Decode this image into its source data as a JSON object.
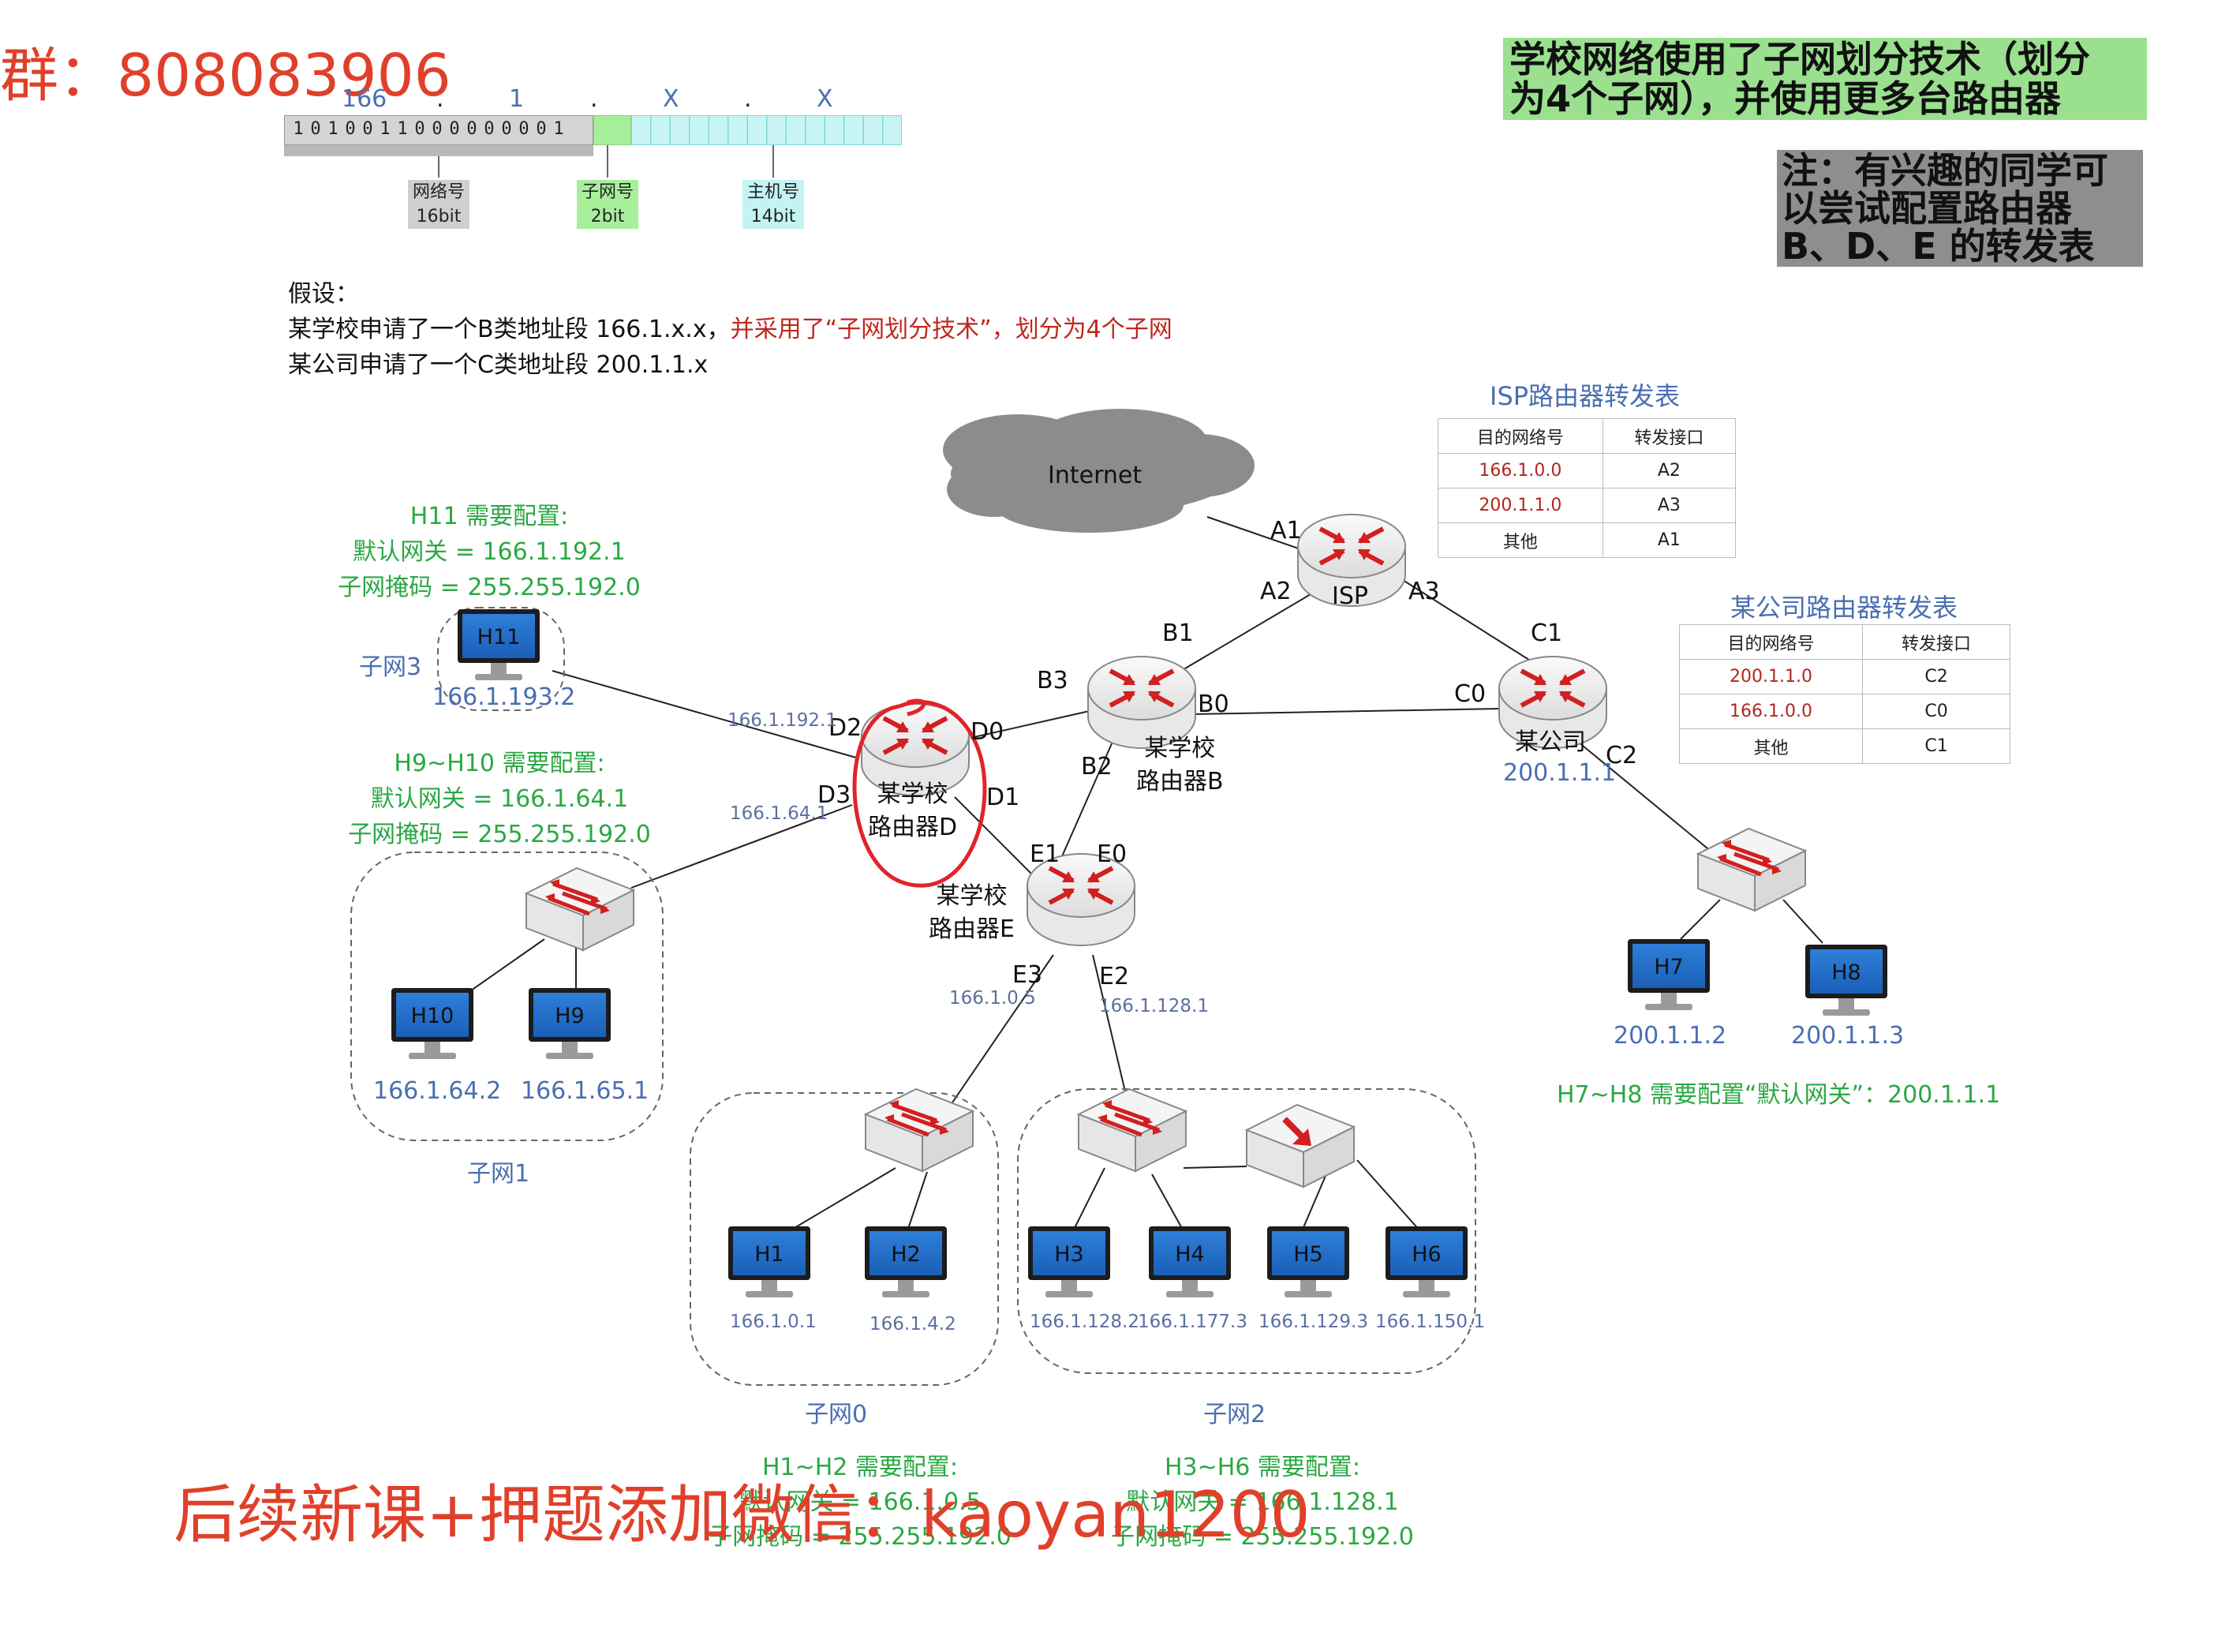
{
  "overlay": {
    "qq_group": "群：808083906",
    "promo": "后续新课+押题添加微信：kaoyan1200"
  },
  "title_box": {
    "text_line1": "学校网络使用了子网划分技术（划分",
    "text_line2": "为4个子网），并使用更多台路由器"
  },
  "note_box": {
    "line1": "注：有兴趣的同学可",
    "line2": "以尝试配置路由器",
    "line3": "B、D、E 的转发表"
  },
  "address_bar": {
    "octets": [
      "166",
      ".",
      "1",
      ".",
      "X",
      ".",
      "X"
    ],
    "bits": [
      "1",
      "0",
      "1",
      "0",
      "0",
      "1",
      "1",
      "0",
      "0",
      "0",
      "0",
      "0",
      "0",
      "0",
      "0",
      "1"
    ],
    "net_label": "网络号",
    "net_bits": "16bit",
    "subnet_label": "子网号",
    "subnet_bits": "2bit",
    "host_label": "主机号",
    "host_bits": "14bit"
  },
  "assumption": {
    "head": "假设：",
    "line1_black": "某学校申请了一个B类地址段 166.1.x.x，",
    "line1_red": "并采用了“子网划分技术”，划分为4个子网",
    "line2": "某公司申请了一个C类地址段 200.1.1.x"
  },
  "internet_label": "Internet",
  "isp_table": {
    "title": "ISP路由器转发表",
    "headers": [
      "目的网络号",
      "转发接口"
    ],
    "rows": [
      [
        "166.1.0.0",
        "A2"
      ],
      [
        "200.1.1.0",
        "A3"
      ],
      [
        "其他",
        "A1"
      ]
    ]
  },
  "company_table": {
    "title": "某公司路由器转发表",
    "headers": [
      "目的网络号",
      "转发接口"
    ],
    "rows": [
      [
        "200.1.1.0",
        "C2"
      ],
      [
        "166.1.0.0",
        "C0"
      ],
      [
        "其他",
        "C1"
      ]
    ]
  },
  "routers": {
    "isp": {
      "name": "ISP",
      "ports": [
        "A1",
        "A2",
        "A3"
      ]
    },
    "b": {
      "name_line1": "某学校",
      "name_line2": "路由器B",
      "ports": [
        "B1",
        "B3",
        "B0",
        "B2"
      ]
    },
    "company": {
      "name": "某公司",
      "ip": "200.1.1.1",
      "ports": [
        "C1",
        "C0",
        "C2"
      ]
    },
    "d": {
      "name_line1": "某学校",
      "name_line2": "路由器D",
      "ports": [
        "D2",
        "D0",
        "D1",
        "D3"
      ],
      "ip_d2": "166.1.192.1",
      "ip_d3": "166.1.64.1"
    },
    "e": {
      "name_line1": "某学校",
      "name_line2": "路由器E",
      "ports": [
        "E1",
        "E0",
        "E3",
        "E2"
      ],
      "ip_e3": "166.1.0.5",
      "ip_e2": "166.1.128.1"
    }
  },
  "notes": {
    "h11": {
      "line1": "H11 需要配置:",
      "line2": "默认网关 = 166.1.192.1",
      "line3": "子网掩码 = 255.255.192.0"
    },
    "h9h10": {
      "line1": "H9~H10 需要配置:",
      "line2": "默认网关 = 166.1.64.1",
      "line3": "子网掩码 = 255.255.192.0"
    },
    "h7h8": "H7~H8 需要配置“默认网关”：200.1.1.1",
    "h1h2": {
      "line1": "H1~H2 需要配置:",
      "line2": "默认网关 = 166.1.0.5",
      "line3": "子网掩码 = 255.255.192.0"
    },
    "h3h6": {
      "line1": "H3~H6 需要配置:",
      "line2": "默认网关 = 166.1.128.1",
      "line3": "子网掩码 = 255.255.192.0"
    }
  },
  "subnets": {
    "s0": "子网0",
    "s1": "子网1",
    "s2": "子网2",
    "s3": "子网3"
  },
  "hosts": {
    "h1": {
      "name": "H1",
      "ip": "166.1.0.1"
    },
    "h2": {
      "name": "H2",
      "ip": "166.1.4.2"
    },
    "h3": {
      "name": "H3",
      "ip": "166.1.128.2"
    },
    "h4": {
      "name": "H4",
      "ip": "166.1.177.3"
    },
    "h5": {
      "name": "H5",
      "ip": "166.1.129.3"
    },
    "h6": {
      "name": "H6",
      "ip": "166.1.150.1"
    },
    "h7": {
      "name": "H7",
      "ip": "200.1.1.2"
    },
    "h8": {
      "name": "H8",
      "ip": "200.1.1.3"
    },
    "h9": {
      "name": "H9",
      "ip": "166.1.65.1"
    },
    "h10": {
      "name": "H10",
      "ip": "166.1.64.2"
    },
    "h11": {
      "name": "H11",
      "ip": "166.1.193.2"
    }
  },
  "colors": {
    "note_green": "#2aa843",
    "title_bg": "#9ae08f",
    "note_bg": "#8e8e8e",
    "promo_red": "#e0402a",
    "highlight_red": "#e2232b"
  }
}
